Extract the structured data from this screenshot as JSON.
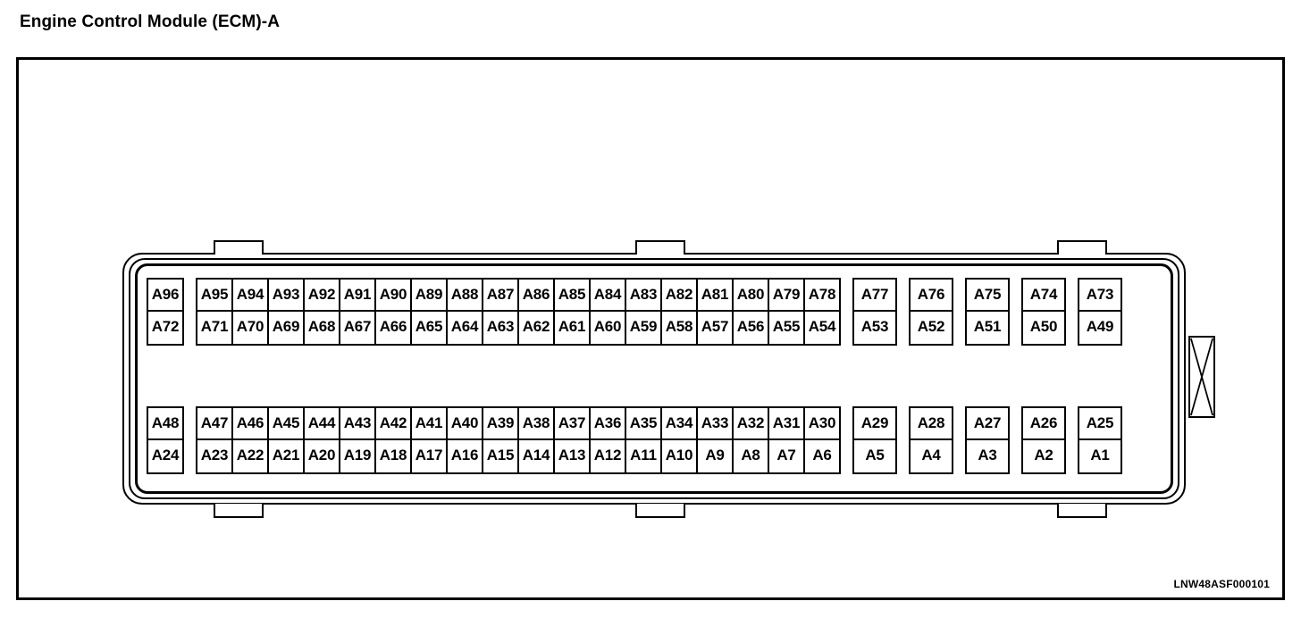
{
  "page": {
    "title": "Engine Control Module (ECM)-A",
    "part_number": "LNW48ASF000101"
  },
  "connector": {
    "name": "ecm-a-connector",
    "housing": {
      "shell_layers": 3,
      "top_tabs": 3,
      "bottom_tabs": 3,
      "latch": "bowtie-latch"
    },
    "blocks": [
      {
        "id": "upper",
        "isolated": {
          "top": "A96",
          "bottom": "A72"
        },
        "contiguous": {
          "top": [
            "A95",
            "A94",
            "A93",
            "A92",
            "A91",
            "A90",
            "A89",
            "A88",
            "A87",
            "A86",
            "A85",
            "A84",
            "A83",
            "A82",
            "A81",
            "A80",
            "A79",
            "A78"
          ],
          "bottom": [
            "A71",
            "A70",
            "A69",
            "A68",
            "A67",
            "A66",
            "A65",
            "A64",
            "A63",
            "A62",
            "A61",
            "A60",
            "A59",
            "A58",
            "A57",
            "A56",
            "A55",
            "A54"
          ]
        },
        "spaced": {
          "top": [
            "A77",
            "A76",
            "A75",
            "A74",
            "A73"
          ],
          "bottom": [
            "A53",
            "A52",
            "A51",
            "A50",
            "A49"
          ]
        }
      },
      {
        "id": "lower",
        "isolated": {
          "top": "A48",
          "bottom": "A24"
        },
        "contiguous": {
          "top": [
            "A47",
            "A46",
            "A45",
            "A44",
            "A43",
            "A42",
            "A41",
            "A40",
            "A39",
            "A38",
            "A37",
            "A36",
            "A35",
            "A34",
            "A33",
            "A32",
            "A31",
            "A30"
          ],
          "bottom": [
            "A23",
            "A22",
            "A21",
            "A20",
            "A19",
            "A18",
            "A17",
            "A16",
            "A15",
            "A14",
            "A13",
            "A12",
            "A11",
            "A10",
            "A9",
            "A8",
            "A7",
            "A6"
          ]
        },
        "spaced": {
          "top": [
            "A29",
            "A28",
            "A27",
            "A26",
            "A25"
          ],
          "bottom": [
            "A5",
            "A4",
            "A3",
            "A2",
            "A1"
          ]
        }
      }
    ]
  }
}
